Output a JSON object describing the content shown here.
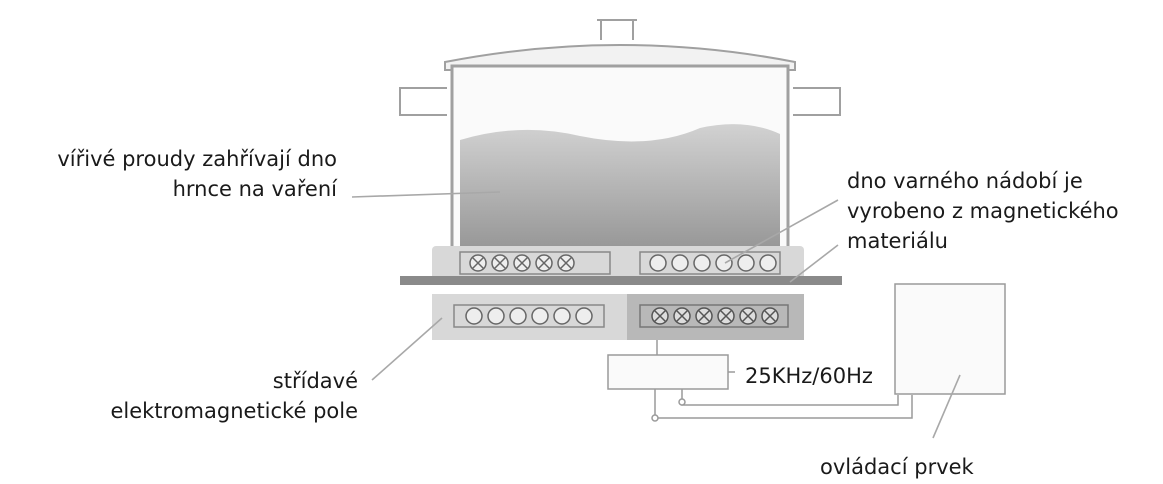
{
  "labels": {
    "eddy_currents_line1": "vířivé proudy zahřívají dno",
    "eddy_currents_line2": "hrnce na vaření",
    "pot_bottom_line1": "dno varného nádobí je",
    "pot_bottom_line2": "vyrobeno z magnetického",
    "pot_bottom_line3": "materiálu",
    "field_line1": "střídavé",
    "field_line2": "elektromagnetické pole",
    "frequency": "25KHz/60Hz",
    "control": "ovládací prvek"
  },
  "colors": {
    "line": "#9a9a9a",
    "pot_outline": "#a0a0a0",
    "liquid_top": "#c8c8c8",
    "liquid_bottom": "#8e8e8e",
    "plate": "#8a8a8a",
    "coil_box": "#d6d6d6",
    "coil_box_dark": "#b5b5b5"
  }
}
